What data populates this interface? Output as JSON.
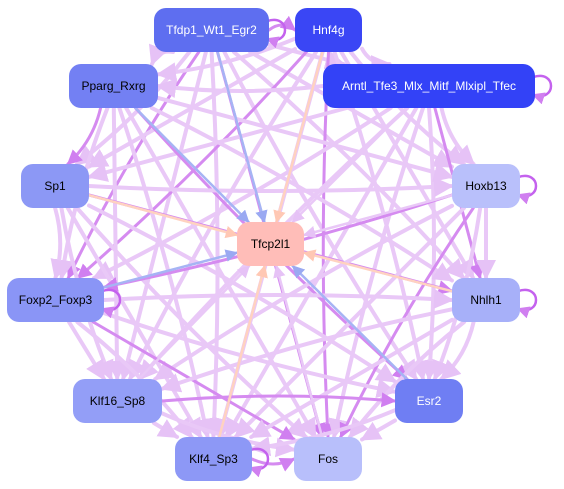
{
  "graph": {
    "center": {
      "id": "tfcp2l1",
      "label": "Tfcp2l1",
      "fill": "#ffbdb8",
      "text_color": "#000000"
    },
    "nodes": [
      {
        "id": "tfdp1",
        "label": "Tfdp1_Wt1_Egr2",
        "fill": "#5e6ef0",
        "text_color": "#ffffff"
      },
      {
        "id": "hnf4g",
        "label": "Hnf4g",
        "fill": "#3a46f5",
        "text_color": "#ffffff"
      },
      {
        "id": "arntl",
        "label": "Arntl_Tfe3_Mlx_Mitf_Mlxipl_Tfec",
        "fill": "#3342f7",
        "text_color": "#ffffff"
      },
      {
        "id": "pparg",
        "label": "Pparg_Rxrg",
        "fill": "#7380f3",
        "text_color": "#000000"
      },
      {
        "id": "sp1",
        "label": "Sp1",
        "fill": "#8c98f5",
        "text_color": "#000000"
      },
      {
        "id": "hoxb13",
        "label": "Hoxb13",
        "fill": "#b9c0fb",
        "text_color": "#000000"
      },
      {
        "id": "foxp2",
        "label": "Foxp2_Foxp3",
        "fill": "#8a95f6",
        "text_color": "#000000"
      },
      {
        "id": "nhlh1",
        "label": "Nhlh1",
        "fill": "#a7b0f9",
        "text_color": "#000000"
      },
      {
        "id": "klf16",
        "label": "Klf16_Sp8",
        "fill": "#939ef7",
        "text_color": "#000000"
      },
      {
        "id": "esr2",
        "label": "Esr2",
        "fill": "#6f7ef3",
        "text_color": "#ffffff"
      },
      {
        "id": "klf4",
        "label": "Klf4_Sp3",
        "fill": "#8d98f6",
        "text_color": "#000000"
      },
      {
        "id": "fos",
        "label": "Fos",
        "fill": "#b8bffb",
        "text_color": "#000000"
      }
    ],
    "edge_colors": {
      "mesh": "#e9c8f7",
      "strong": "#d58bf0",
      "blue": "#a6b4f4",
      "peach": "#ffd2c0",
      "self_loop": "#c462ee"
    }
  }
}
